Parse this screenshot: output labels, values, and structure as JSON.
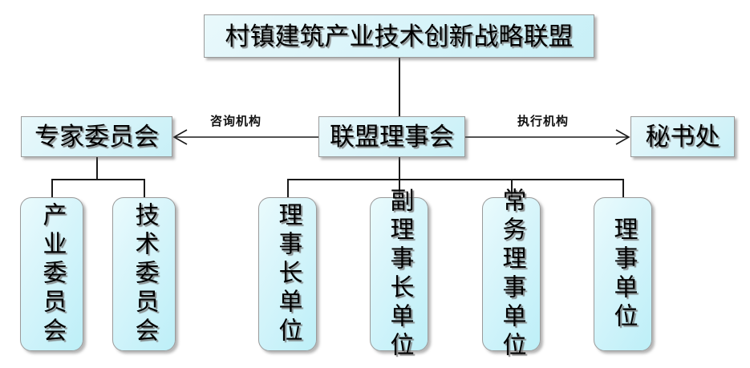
{
  "diagram": {
    "title_node": {
      "label": "村镇建筑产业技术创新战略联盟"
    },
    "level2": {
      "left": {
        "label": "专家委员会"
      },
      "center": {
        "label": "联盟理事会"
      },
      "right": {
        "label": "秘书处"
      }
    },
    "edge_labels": {
      "left": "咨询机构",
      "right": "执行机构"
    },
    "expert_children": [
      {
        "label": "产业委员会"
      },
      {
        "label": "技术委员会"
      }
    ],
    "council_children": [
      {
        "label": "理事长单位"
      },
      {
        "label": "副理事长单位"
      },
      {
        "label": "常务理事单位"
      },
      {
        "label": "理事单位"
      }
    ],
    "colors": {
      "box_fill_light": "#e9f8fb",
      "box_fill_deep": "#c8f0f7",
      "box_border": "#9a9a9a",
      "line": "#1a1a1a",
      "text": "#000000"
    }
  }
}
